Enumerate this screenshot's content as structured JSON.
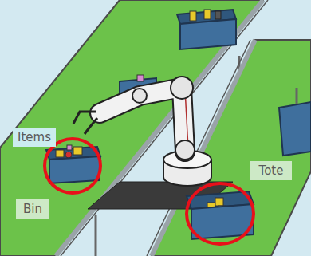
{
  "diagram": {
    "nodes": [
      {
        "text": [
          "Items"
        ]
      },
      {
        "text": [
          "Bin"
        ]
      },
      {
        "text": [
          "Tote"
        ]
      }
    ]
  }
}
